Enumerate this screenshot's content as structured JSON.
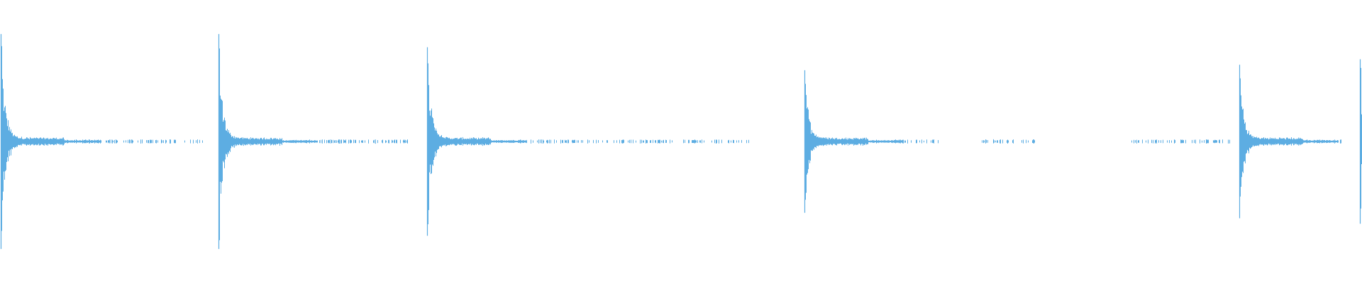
{
  "waveform": {
    "color": "#5dade2",
    "background": "#ffffff",
    "transients": [
      {
        "time_fraction": 0.0005,
        "peak_amplitude": 0.98
      },
      {
        "time_fraction": 0.1605,
        "peak_amplitude": 0.98
      },
      {
        "time_fraction": 0.3135,
        "peak_amplitude": 0.86
      },
      {
        "time_fraction": 0.5905,
        "peak_amplitude": 0.65
      },
      {
        "time_fraction": 0.91,
        "peak_amplitude": 0.7
      },
      {
        "time_fraction": 0.9985,
        "peak_amplitude": 0.75
      }
    ],
    "tail_level": 0.04,
    "sparse_segments": [
      [
        0.045,
        0.15
      ],
      [
        0.21,
        0.3
      ],
      [
        0.38,
        0.55
      ],
      [
        0.64,
        0.69
      ],
      [
        0.72,
        0.76
      ],
      [
        0.83,
        0.905
      ],
      [
        0.945,
        0.985
      ]
    ]
  }
}
